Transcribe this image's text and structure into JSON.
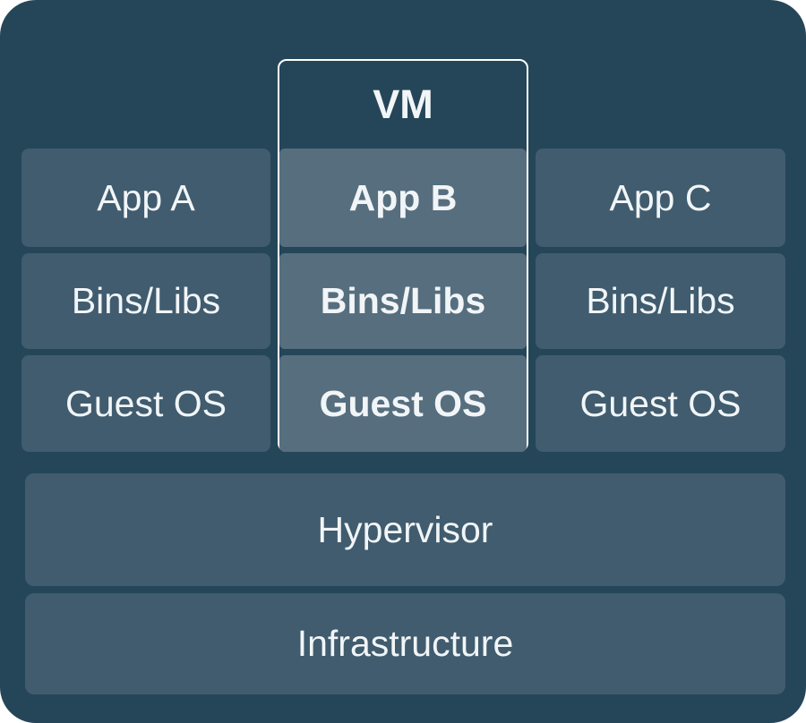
{
  "diagram": {
    "vm": {
      "label": "VM"
    },
    "columns": [
      {
        "name": "left",
        "cells": [
          {
            "label": "App A"
          },
          {
            "label": "Bins/Libs"
          },
          {
            "label": "Guest OS"
          }
        ]
      },
      {
        "name": "vm",
        "cells": [
          {
            "label": "App B"
          },
          {
            "label": "Bins/Libs"
          },
          {
            "label": "Guest OS"
          }
        ]
      },
      {
        "name": "right",
        "cells": [
          {
            "label": "App C"
          },
          {
            "label": "Bins/Libs"
          },
          {
            "label": "Guest OS"
          }
        ]
      }
    ],
    "layers": [
      {
        "label": "Hypervisor"
      },
      {
        "label": "Infrastructure"
      }
    ],
    "colors": {
      "canvas": "#ffffff",
      "background": "#254659",
      "cell": "#405c6e",
      "vm_cell": "#566e7e",
      "vm_border": "#fdfeff",
      "text": "#f1f5f7"
    }
  }
}
